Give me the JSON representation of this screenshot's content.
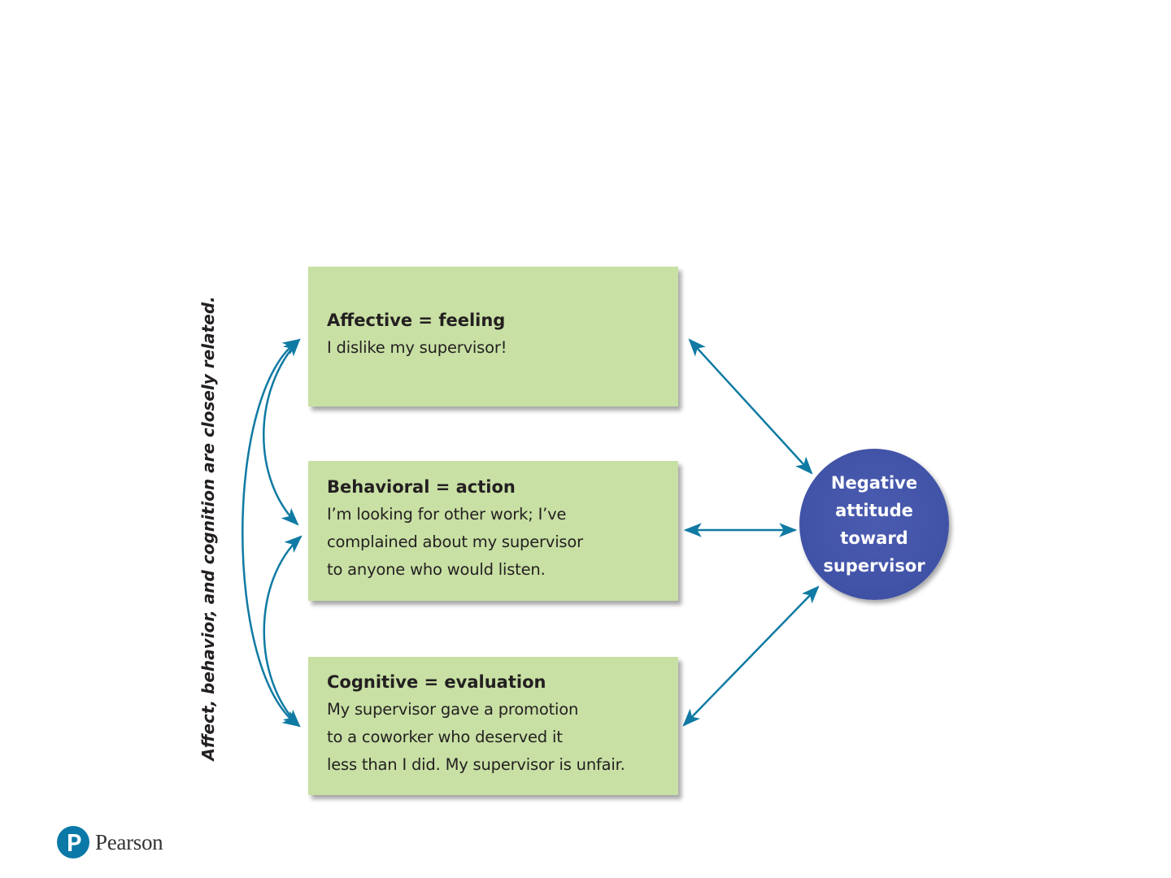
{
  "side_label": "Affect, behavior, and cognition are closely related.",
  "boxes": [
    {
      "title": "Affective = feeling",
      "lines": [
        "I dislike my supervisor!"
      ]
    },
    {
      "title": "Behavioral = action",
      "lines": [
        "I’m looking for other work; I’ve",
        "complained about my supervisor",
        "to anyone who would listen."
      ]
    },
    {
      "title": "Cognitive = evaluation",
      "lines": [
        "My supervisor gave a promotion",
        "to a coworker who deserved it",
        "less than I did. My supervisor is unfair."
      ]
    }
  ],
  "attitude": {
    "lines": [
      "Negative",
      "attitude",
      "toward",
      "supervisor"
    ]
  },
  "logo": {
    "text": "Pearson"
  },
  "colors": {
    "box_fill": "#c8e0a4",
    "circle_fill": "#4254a8",
    "arrow": "#0f7aa3",
    "logo": "#0b79a8"
  }
}
